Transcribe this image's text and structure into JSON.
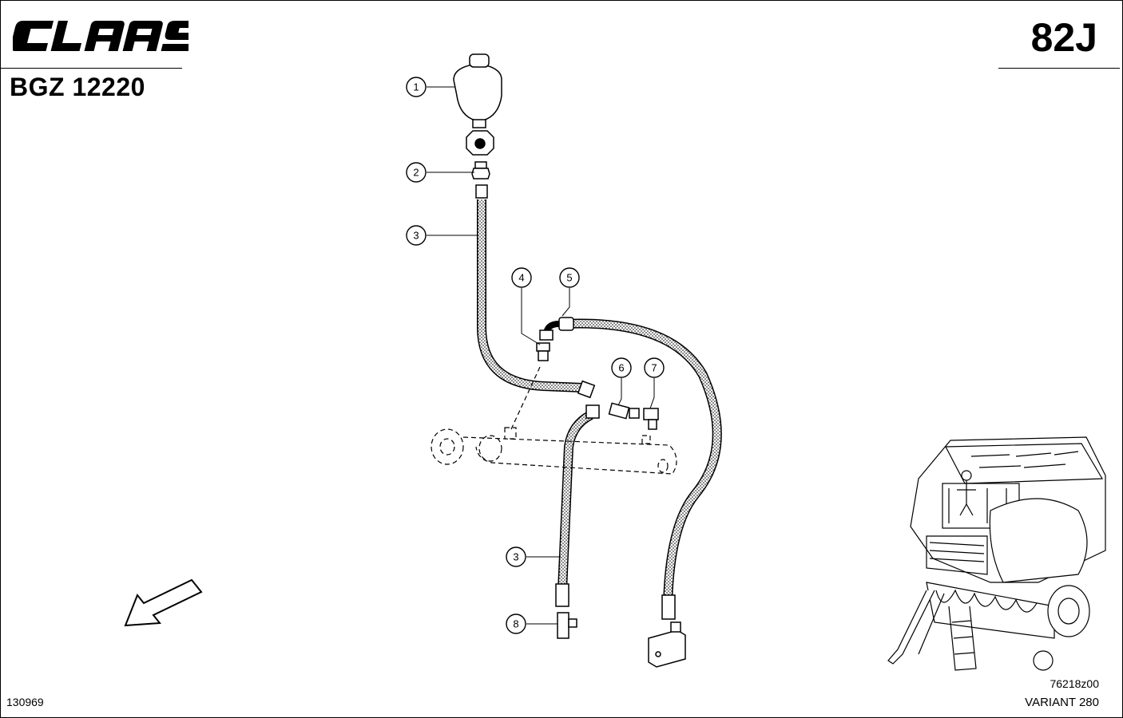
{
  "brand": {
    "logo_text": "CLAAS"
  },
  "header": {
    "doc_code": "BGZ 12220",
    "page_code": "82J"
  },
  "footer": {
    "left_number": "130969",
    "drawing_number": "76218z00",
    "model": "VARIANT 280"
  },
  "callouts": [
    "1",
    "2",
    "3",
    "4",
    "5",
    "6",
    "7",
    "8",
    "3"
  ]
}
